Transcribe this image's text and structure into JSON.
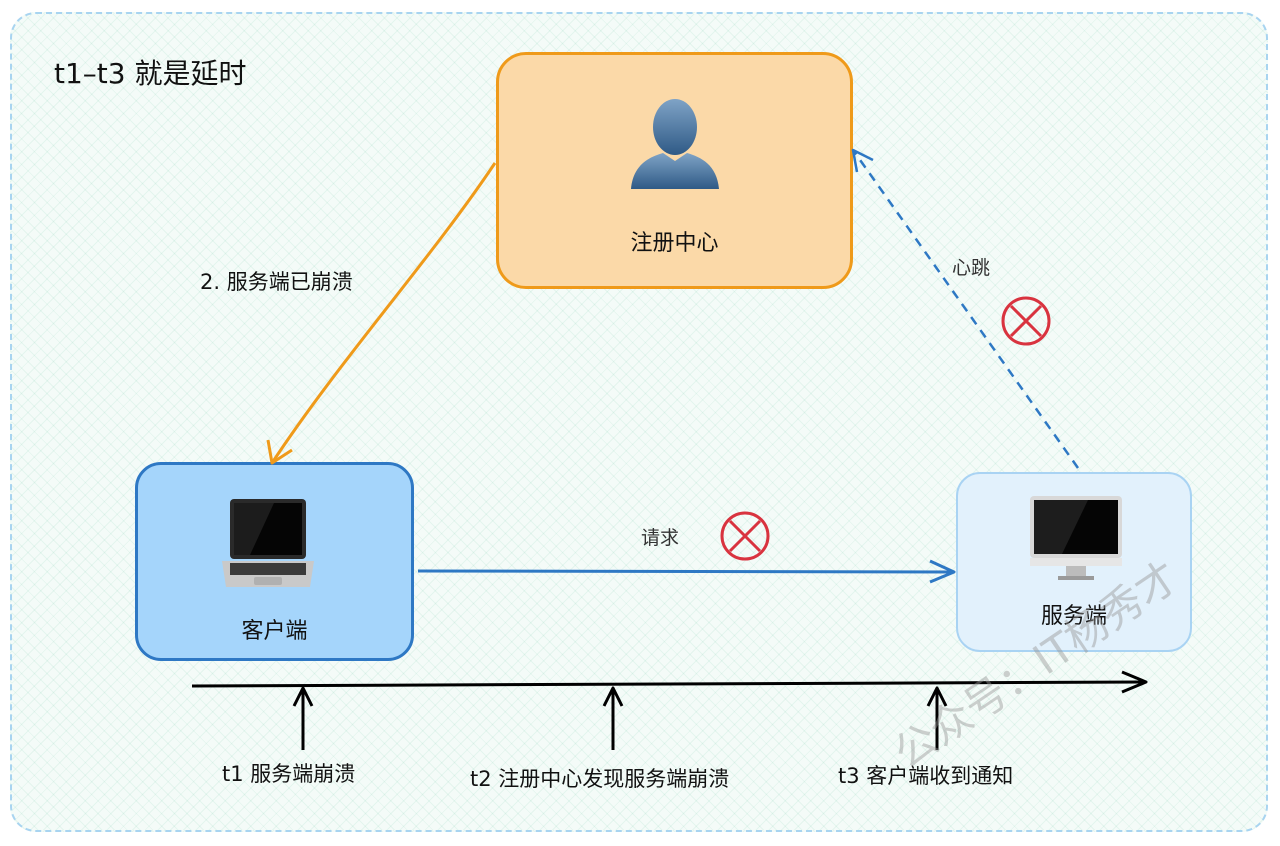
{
  "title": "t1–t3 就是延时",
  "nodes": {
    "registry": {
      "label": "注册中心",
      "icon": "user-silhouette-icon"
    },
    "client": {
      "label": "客户端",
      "icon": "laptop-icon"
    },
    "server": {
      "label": "服务端",
      "icon": "monitor-icon"
    }
  },
  "edges": {
    "crash_notice": "2. 服务端已崩溃",
    "heartbeat": "心跳",
    "request": "请求"
  },
  "timeline": {
    "t1": "t1 服务端崩溃",
    "t2": "t2 注册中心发现服务端崩溃",
    "t3": "t3 客户端收到通知"
  },
  "watermark": "公众号：IT杨秀才",
  "colors": {
    "registry_fill": "#fbd9a8",
    "registry_border": "#ef9a1a",
    "client_fill": "#a5d5fb",
    "client_border": "#2e78c4",
    "server_fill": "#e2f1fc",
    "server_border": "#a9d3f3",
    "arrow_orange": "#ef9a1a",
    "arrow_blue": "#2e78c4",
    "cross_red": "#d9333f"
  }
}
